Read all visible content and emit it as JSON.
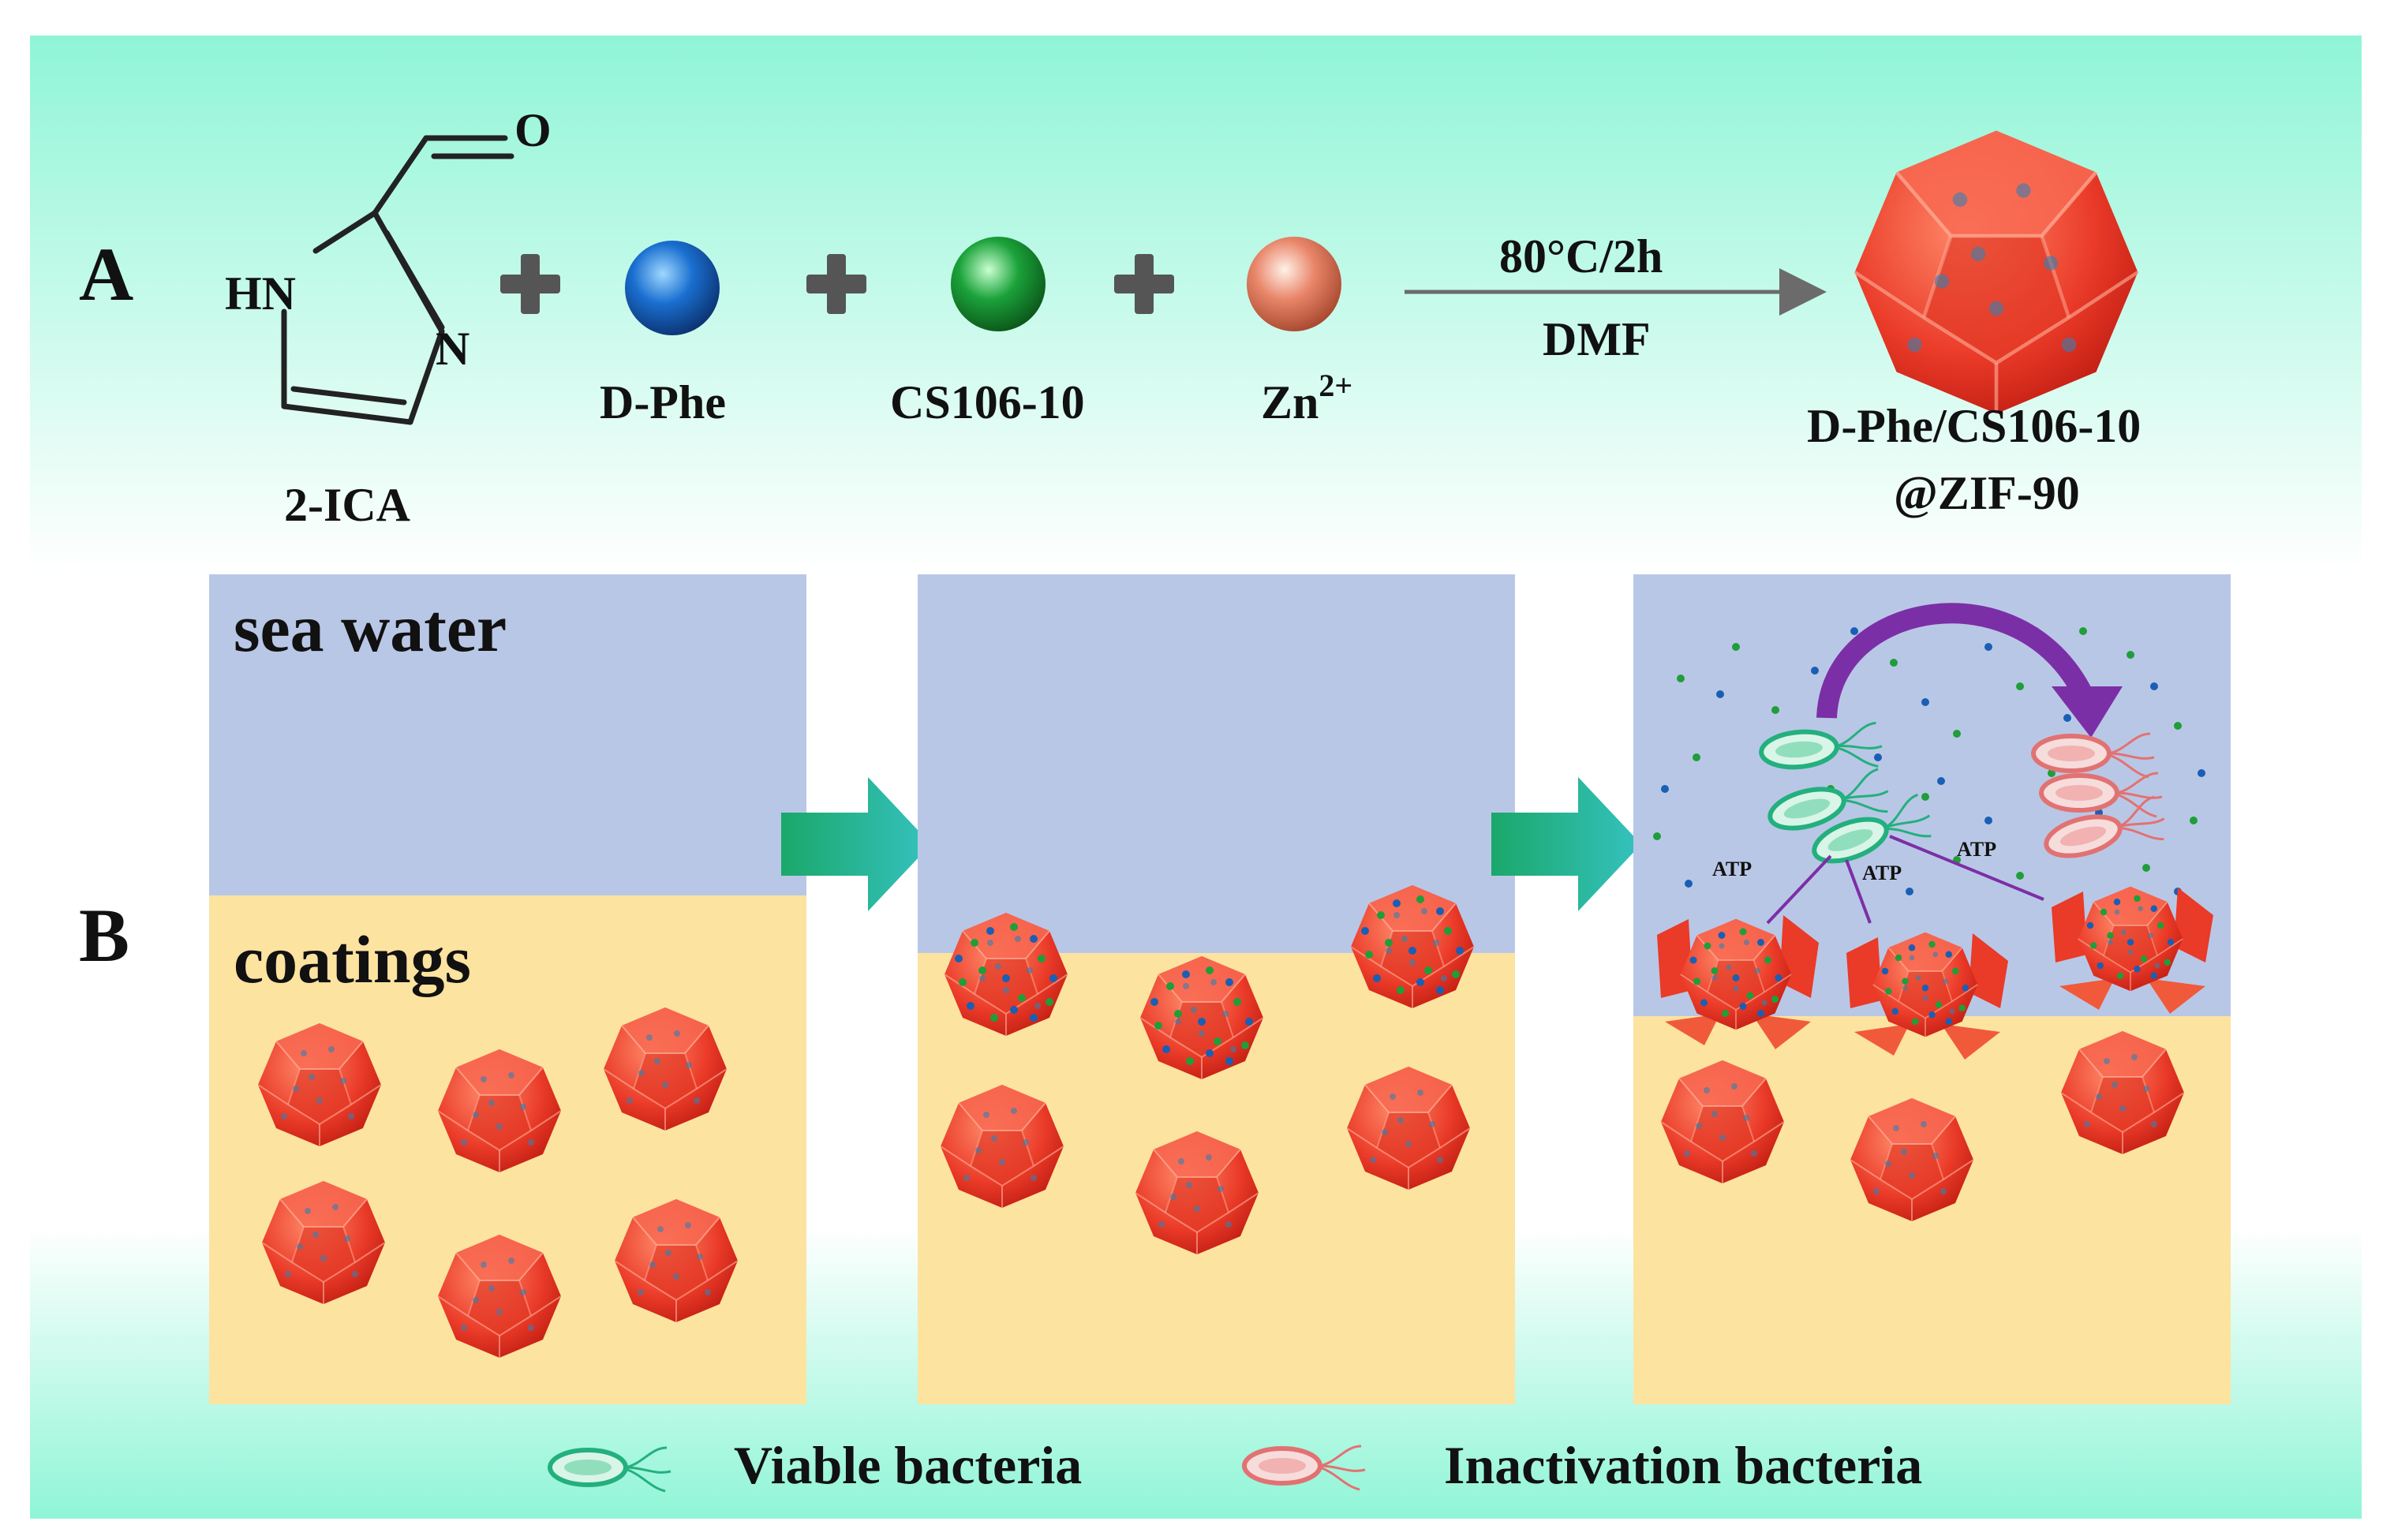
{
  "panel_a": {
    "label": "A",
    "reagents": {
      "imidazole": {
        "name": "2-ICA",
        "atom_hn": "HN",
        "atom_n": "N",
        "atom_o": "O"
      },
      "d_phe": "D-Phe",
      "cs106": "CS106-10",
      "zinc": "Zn",
      "zinc_charge": "2+"
    },
    "conditions": {
      "temperature_time": "80°C/2h",
      "solvent": "DMF"
    },
    "product": {
      "line1": "D-Phe/CS106-10",
      "line2": "@ZIF-90"
    },
    "colors": {
      "d_phe": "#1a5fb4",
      "cs106": "#1f9e3a",
      "zinc": "#e07a5a",
      "product": "#e8352a"
    }
  },
  "panel_b": {
    "label": "B",
    "sea_water_label": "sea water",
    "coatings_label": "coatings",
    "atp_label": "ATP",
    "colors": {
      "sea_water": "#b9c7e6",
      "coating": "#fde3a0",
      "arrow": "#1fae7a",
      "release_arrow": "#7b2fa6"
    }
  },
  "legend": {
    "viable": "Viable bacteria",
    "inactivated": "Inactivation bacteria",
    "colors": {
      "viable": "#2fb58a",
      "inactivated": "#e47a7a"
    }
  }
}
